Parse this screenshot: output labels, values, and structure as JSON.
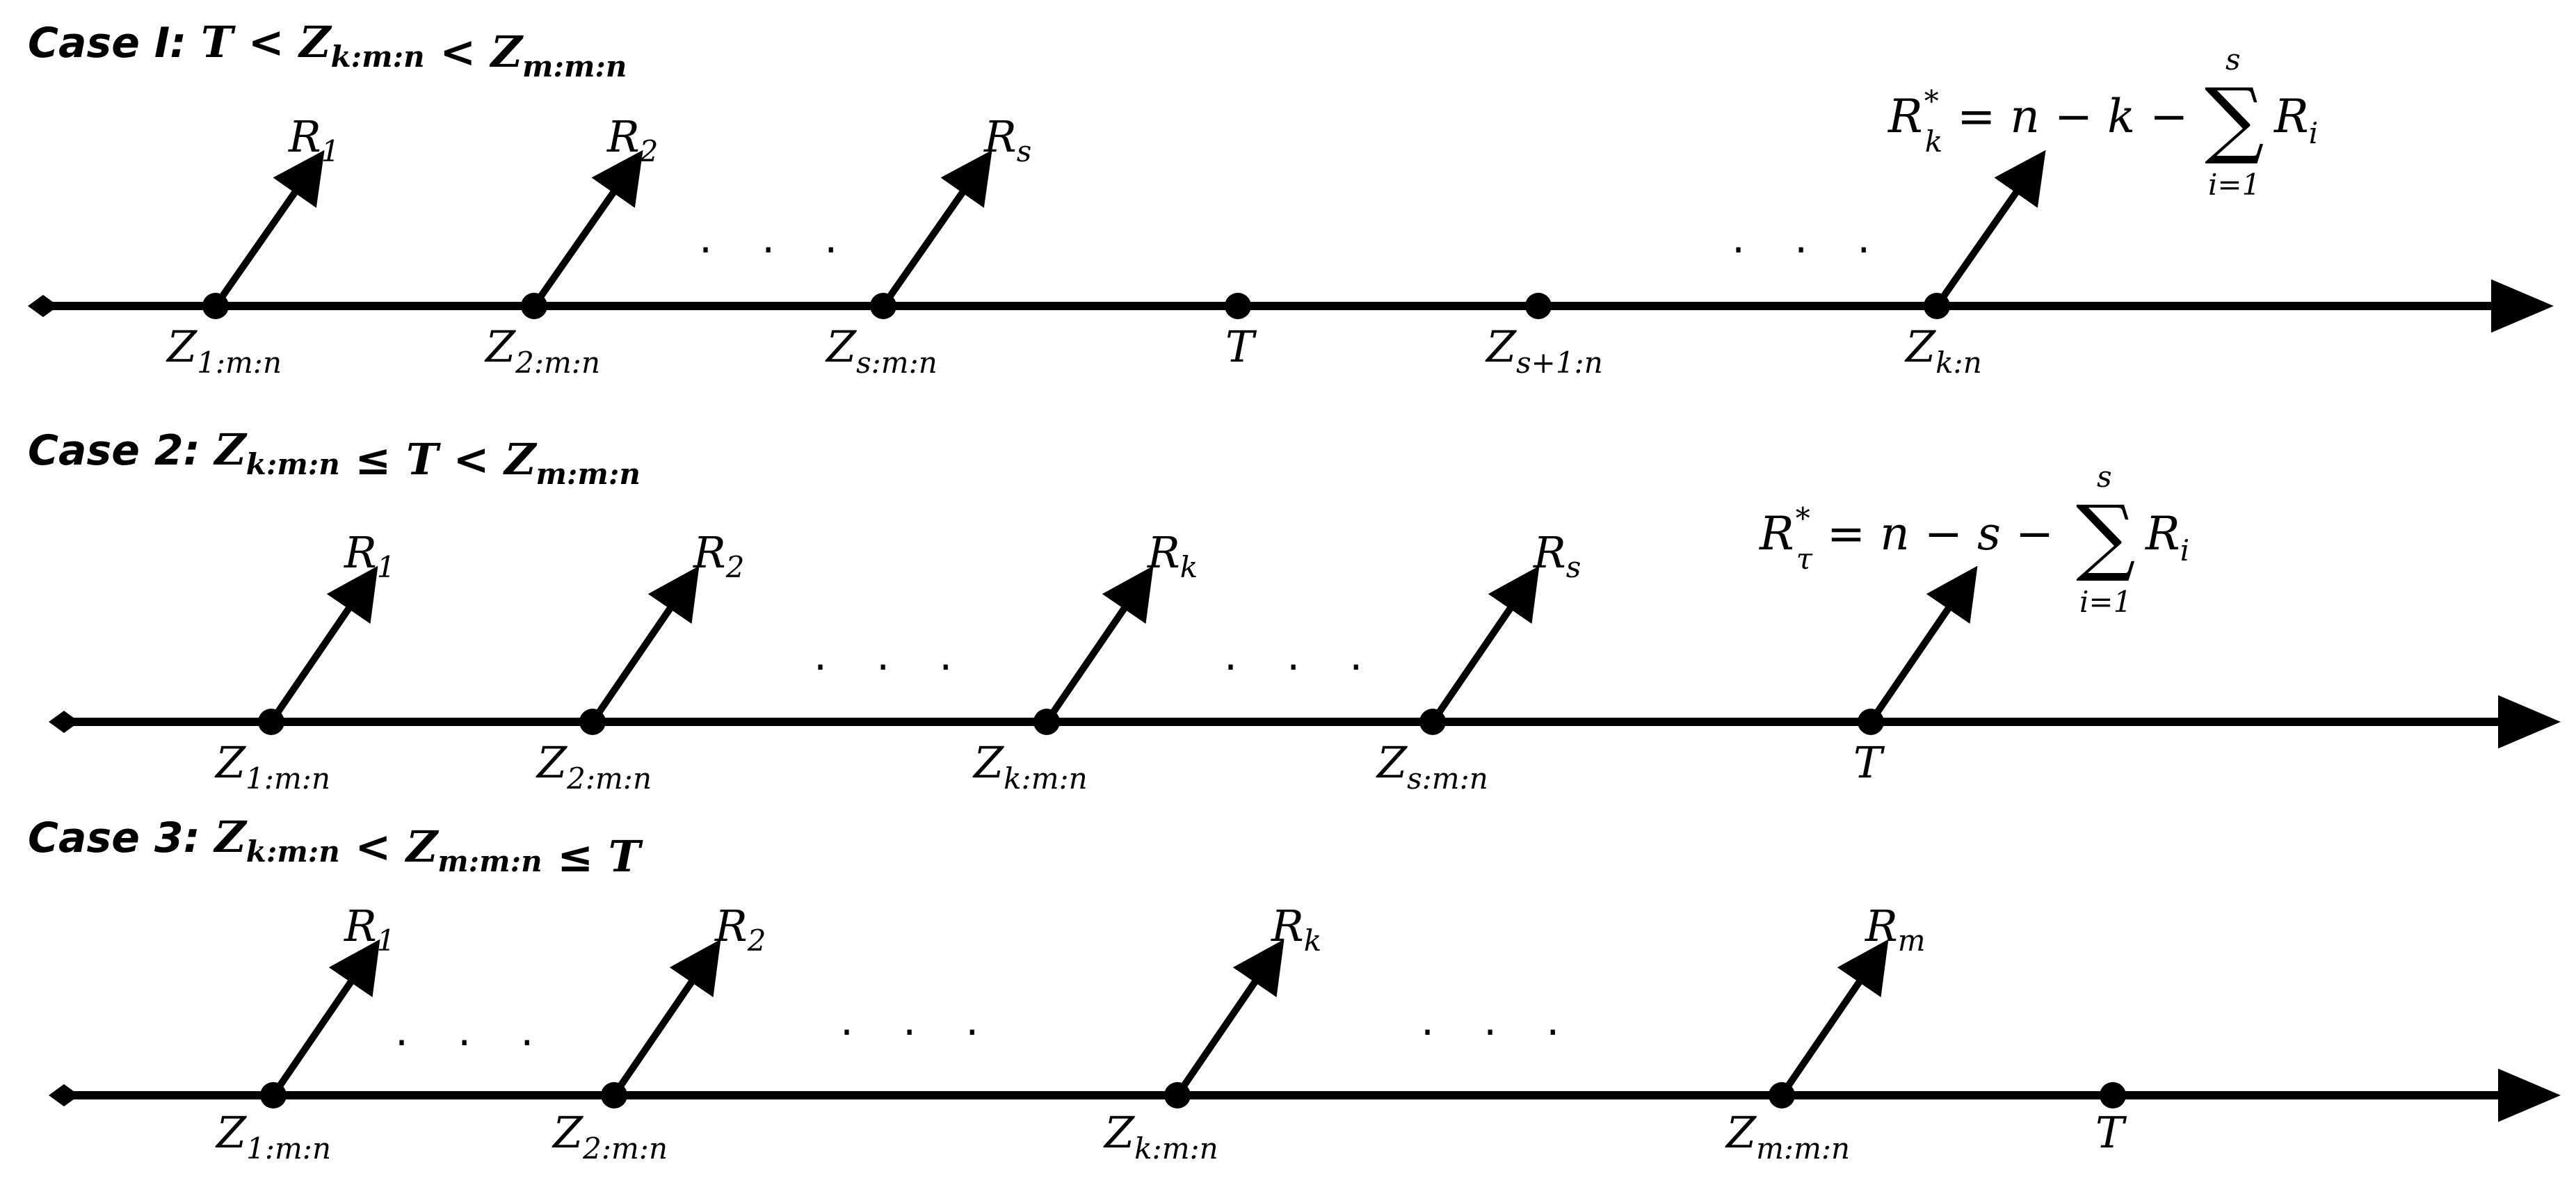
{
  "cases": [
    {
      "title": "Case I:",
      "condition": [
        {
          "t": "T"
        },
        {
          "t": " < "
        },
        {
          "t": "Z"
        },
        {
          "s": "k:m:n"
        },
        {
          "t": " < "
        },
        {
          "t": "Z"
        },
        {
          "s": "m:m:n"
        }
      ],
      "points": [
        {
          "id": "z1",
          "label": "Z",
          "sub": "1:m:n",
          "arrow": true,
          "r": "R",
          "rsub": "1"
        },
        {
          "id": "z2",
          "label": "Z",
          "sub": "2:m:n",
          "arrow": true,
          "r": "R",
          "rsub": "2"
        },
        {
          "id": "zs",
          "label": "Z",
          "sub": "s:m:n",
          "arrow": true,
          "r": "R",
          "rsub": "s"
        },
        {
          "id": "t",
          "label": "T",
          "sub": "",
          "arrow": false
        },
        {
          "id": "zs1",
          "label": "Z",
          "sub": "s+1:n",
          "arrow": false
        },
        {
          "id": "zk",
          "label": "Z",
          "sub": "k:n",
          "arrow": true,
          "r": "",
          "rsub": ""
        }
      ],
      "dots": [
        "· · ·",
        "· · ·"
      ],
      "equation": {
        "lhs": "R",
        "lhs_sub": "k",
        "lhs_sup": "*",
        "mid": "= n − k − ",
        "sum_top": "s",
        "sum_bottom": "i=1",
        "rhs": "R",
        "rhs_sub": "i"
      }
    },
    {
      "title": "Case 2:",
      "condition": [
        {
          "t": "Z"
        },
        {
          "s": "k:m:n"
        },
        {
          "t": " ≤ "
        },
        {
          "t": "T"
        },
        {
          "t": " < "
        },
        {
          "t": "Z"
        },
        {
          "s": "m:m:n"
        }
      ],
      "points": [
        {
          "id": "z1",
          "label": "Z",
          "sub": "1:m:n",
          "arrow": true,
          "r": "R",
          "rsub": "1"
        },
        {
          "id": "z2",
          "label": "Z",
          "sub": "2:m:n",
          "arrow": true,
          "r": "R",
          "rsub": "2"
        },
        {
          "id": "zk",
          "label": "Z",
          "sub": "k:m:n",
          "arrow": true,
          "r": "R",
          "rsub": "k"
        },
        {
          "id": "zs",
          "label": "Z",
          "sub": "s:m:n",
          "arrow": true,
          "r": "R",
          "rsub": "s"
        },
        {
          "id": "t",
          "label": "T",
          "sub": "",
          "arrow": true,
          "r": "",
          "rsub": ""
        }
      ],
      "dots": [
        "· · ·",
        "· · ·"
      ],
      "equation": {
        "lhs": "R",
        "lhs_sub": "τ",
        "lhs_sup": "*",
        "mid": "= n − s − ",
        "sum_top": "s",
        "sum_bottom": "i=1",
        "rhs": "R",
        "rhs_sub": "i"
      }
    },
    {
      "title": "Case 3:",
      "condition": [
        {
          "t": "Z"
        },
        {
          "s": "k:m:n"
        },
        {
          "t": " < "
        },
        {
          "t": "Z"
        },
        {
          "s": "m:m:n"
        },
        {
          "t": " ≤ "
        },
        {
          "t": "T"
        }
      ],
      "points": [
        {
          "id": "z1",
          "label": "Z",
          "sub": "1:m:n",
          "arrow": true,
          "r": "R",
          "rsub": "1"
        },
        {
          "id": "z2",
          "label": "Z",
          "sub": "2:m:n",
          "arrow": true,
          "r": "R",
          "rsub": "2"
        },
        {
          "id": "zk",
          "label": "Z",
          "sub": "k:m:n",
          "arrow": true,
          "r": "R",
          "rsub": "k"
        },
        {
          "id": "zm",
          "label": "Z",
          "sub": "m:m:n",
          "arrow": true,
          "r": "R",
          "rsub": "m"
        },
        {
          "id": "t",
          "label": "T",
          "sub": "",
          "arrow": false
        }
      ],
      "dots": [
        "· · ·",
        "· · ·",
        "· · ·"
      ],
      "equation": null
    }
  ]
}
